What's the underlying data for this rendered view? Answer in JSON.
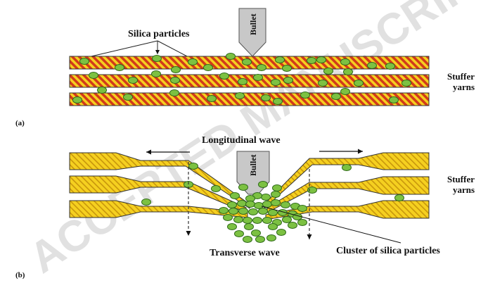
{
  "panel_a": {
    "tag": "(a)",
    "callout": "Silica particles",
    "bullet_label": "Bullet",
    "side_label_line1": "Stuffer",
    "side_label_line2": "yarns"
  },
  "panel_b": {
    "tag": "(b)",
    "top_label": "Longitudinal wave",
    "bullet_label": "Bullet",
    "side_label_line1": "Stuffer",
    "side_label_line2": "yarns",
    "bottom_left_label": "Transverse wave",
    "bottom_right_label": "Cluster of silica particles"
  },
  "watermark": "ACCEPTED MANUSCRIPT",
  "colors": {
    "yarn_fill": "#f5d020",
    "yarn_stripe": "#d23a1a",
    "yarn_stripe_b": "#c89a10",
    "particle": "#7cc142",
    "particle_edge": "#2f6a1a",
    "bullet": "#c8c8c8"
  }
}
